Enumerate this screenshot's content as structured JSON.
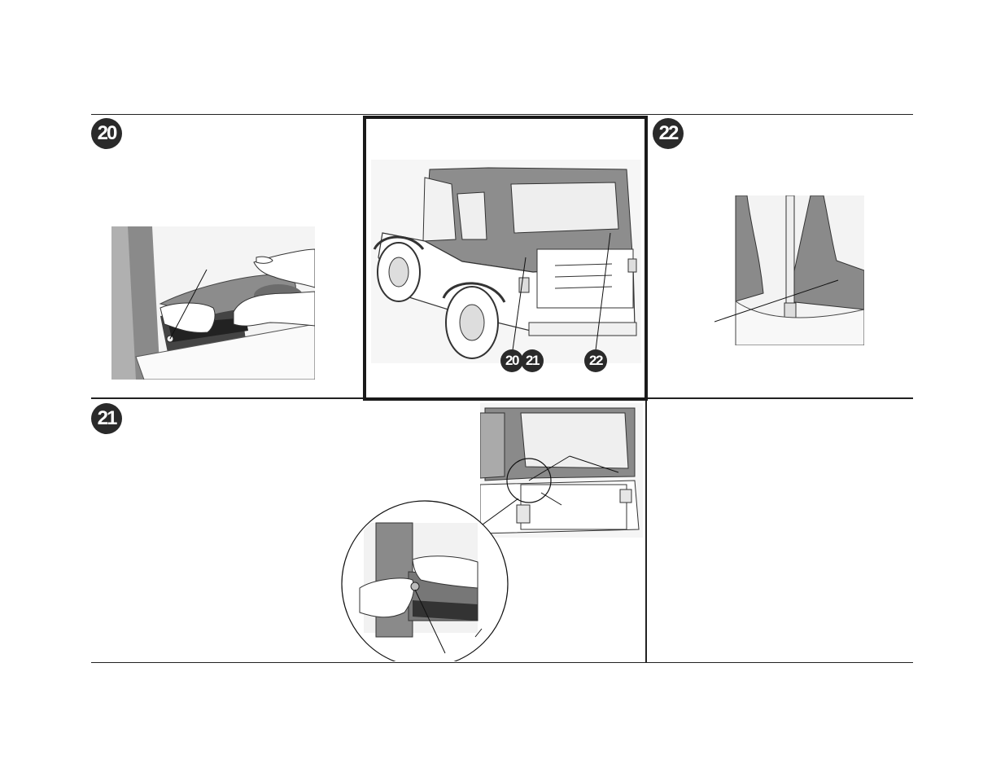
{
  "steps": {
    "step20": {
      "number": "20"
    },
    "step21": {
      "number": "21"
    },
    "step22": {
      "number": "22"
    }
  },
  "overview": {
    "callout_a": "20",
    "callout_b": "21",
    "callout_c": "22"
  }
}
